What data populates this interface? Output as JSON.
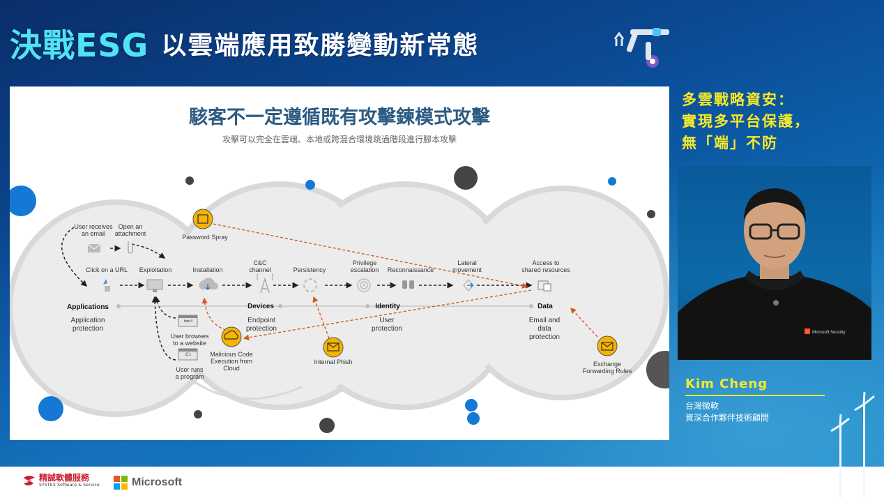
{
  "banner": {
    "title_main": "決戰ESG",
    "title_sub": "以雲端應用致勝變動新常態"
  },
  "slide": {
    "title": "駭客不一定遵循既有攻擊鍊模式攻擊",
    "subtitle": "攻擊可以完全在雲端、本地或跨混合環境跳過階段進行腳本攻擊",
    "labels": {
      "user_receives_email": "User receives\nan email",
      "open_attachment": "Open an\nattachment",
      "password_spray": "Password Spray",
      "click_url": "Click on a URL",
      "exploitation": "Exploitation",
      "installation": "Installation",
      "cnc_channel": "C&C\nchannel",
      "persistency": "Persistency",
      "privilege_escalation": "Privilege\nescalation",
      "reconnaissance": "Reconnaissance",
      "lateral_movement": "Lateral\nmovement",
      "access_shared": "Access to\nshared resources",
      "applications": "Applications",
      "application_protection": "Application\nprotection",
      "devices": "Devices",
      "endpoint_protection": "Endpoint\nprotection",
      "identity": "Identity",
      "user_protection": "User\nprotection",
      "data": "Data",
      "email_data_protection": "Email and\ndata\nprotection",
      "user_browses": "User browses\nto a website",
      "user_runs": "User runs\na program",
      "malicious_code": "Malicious Code\nExecution from\nCloud",
      "internal_phish": "Internal Phish",
      "exchange_rules": "Exchange\nForwarding Rules",
      "browser_url": "http://",
      "terminal_prompt": "C:\\"
    }
  },
  "side": {
    "title_lines": [
      "多雲戰略資安：",
      "實現多平台保護，",
      "無「端」不防"
    ]
  },
  "speaker": {
    "name": "Kim Cheng",
    "org_line1": "台灣微軟",
    "org_line2": "資深合作夥伴技術顧問",
    "shirt_text": "Microsoft Security"
  },
  "footer": {
    "systex_name": "精誠軟體服務",
    "systex_sub": "SYSTEX Software & Service",
    "microsoft": "Microsoft"
  },
  "colors": {
    "accent_orange": "#d35a1f",
    "icon_yellow": "#f4b400",
    "banner_cyan": "#4fe3f4",
    "highlight_yellow": "#f7e92a",
    "circle_blue": "#1478d4"
  }
}
